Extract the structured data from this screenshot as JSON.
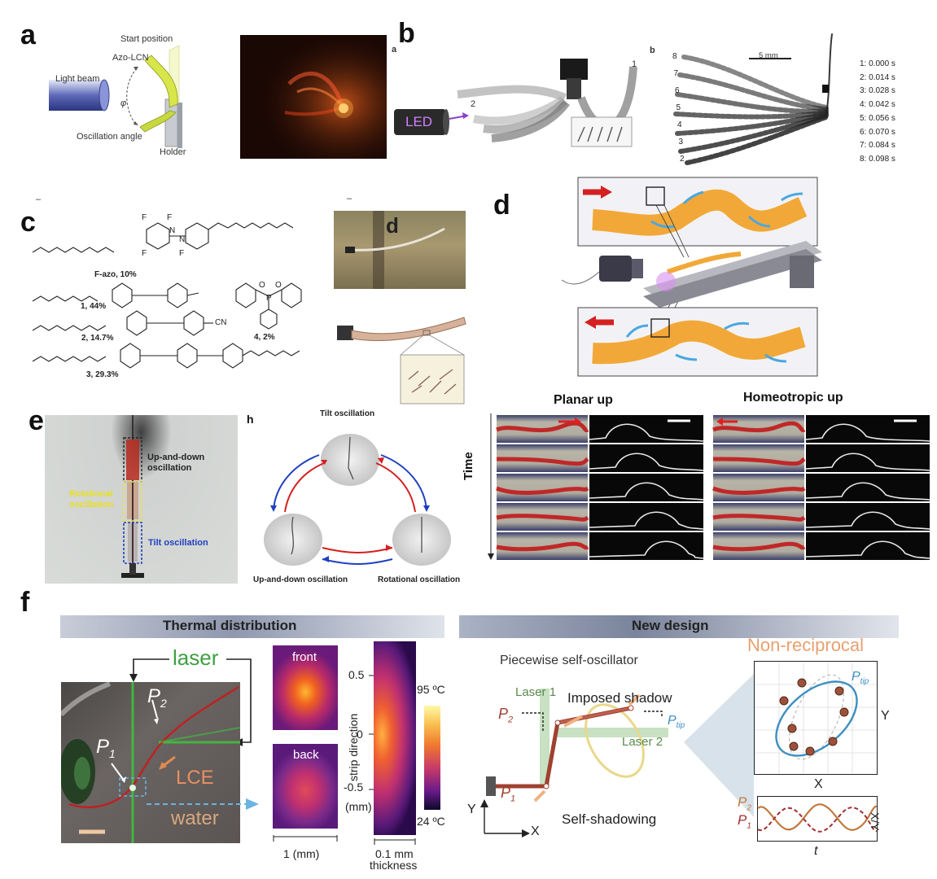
{
  "panels": {
    "a": {
      "label": "a",
      "sublabel": "a",
      "start_position": "Start position",
      "material": "Azo-LCN",
      "light_beam": "Light beam",
      "angle_symbol": "φ",
      "oscillation_angle": "Oscillation angle",
      "holder": "Holder"
    },
    "b": {
      "label": "b",
      "sub_a": "a",
      "sub_b": "b",
      "led": "LED",
      "pos1": "1",
      "pos2": "2",
      "scale": "5 mm",
      "frame_numbers": [
        "8",
        "7",
        "6",
        "5",
        "4",
        "3",
        "2"
      ],
      "times": [
        "1:  0.000 s",
        "2:  0.014 s",
        "3:  0.028 s",
        "4:  0.042 s",
        "5:  0.056 s",
        "6:  0.070 s",
        "7:  0.084 s",
        "8:  0.098 s"
      ]
    },
    "c": {
      "label": "c",
      "mark_top": "–",
      "compounds": [
        {
          "id": "f-azo",
          "text": "F-azo, 10%"
        },
        {
          "id": "c1",
          "text": "1, 44%"
        },
        {
          "id": "c2",
          "text": "2, 14.7%"
        },
        {
          "id": "c3",
          "text": "3, 29.3%"
        },
        {
          "id": "c4",
          "text": "4, 2%"
        }
      ],
      "cn_group": "CN",
      "fluorines": [
        "F",
        "F",
        "F",
        "F"
      ],
      "azo_n": [
        "N",
        "N"
      ],
      "phosphorus": "P",
      "oxygen_labels": [
        "O",
        "O"
      ],
      "mark_photo": "–",
      "photo_sublabel": "d"
    },
    "d": {
      "label": "d",
      "planar_up": "Planar up",
      "homeotropic_up": "Homeotropic up",
      "time": "Time"
    },
    "e": {
      "label": "e",
      "up_down": "Up-and-down\noscillation",
      "rotational": "Rotational\noscillation",
      "tilt": "Tilt oscillation"
    },
    "h": {
      "label": "h",
      "tilt": "Tilt oscillation",
      "up_down": "Up-and-down oscillation",
      "rotational": "Rotational oscillation"
    },
    "f": {
      "label": "f",
      "thermal_header": "Thermal distribution",
      "design_header": "New design",
      "laser": "laser",
      "p1": "P",
      "p2": "P",
      "sub1": "1",
      "sub2": "2",
      "lce": "LCE",
      "water": "water",
      "front": "front",
      "back": "back",
      "one_mm": "1 (mm)",
      "ticks": [
        "0.5",
        "0",
        "-0.5"
      ],
      "strip_direction": "strip direction",
      "mm_unit": "(mm)",
      "thickness_value": "0.1 mm",
      "thickness": "thickness",
      "temp_max": "95 ºC",
      "temp_min": "24 ºC",
      "piecewise": "Piecewise self-oscillator",
      "laser1": "Laser 1",
      "laser2": "Laser 2",
      "imposed_shadow": "Imposed shadow",
      "self_shadowing": "Self-shadowing",
      "ptip": "P",
      "tip": "tip",
      "axis_y": "Y",
      "axis_x": "X",
      "non_reciprocal": "Non-reciprocal",
      "plot_x": "X",
      "plot_y": "Y",
      "plot_t": "t",
      "plot_xy": "X/Y"
    }
  },
  "colors": {
    "lcn_yellow": "#d9e64a",
    "lce_brown": "#8b3a2a",
    "laser_green": "#3ec43e",
    "strip_orange": "#f2a838",
    "flow_blue": "#4aa8e0",
    "arrow_red": "#d42020",
    "arrow_blue": "#2040c0",
    "tip_blue": "#3c8fc0",
    "nonrecip_orange": "#e8a070"
  }
}
